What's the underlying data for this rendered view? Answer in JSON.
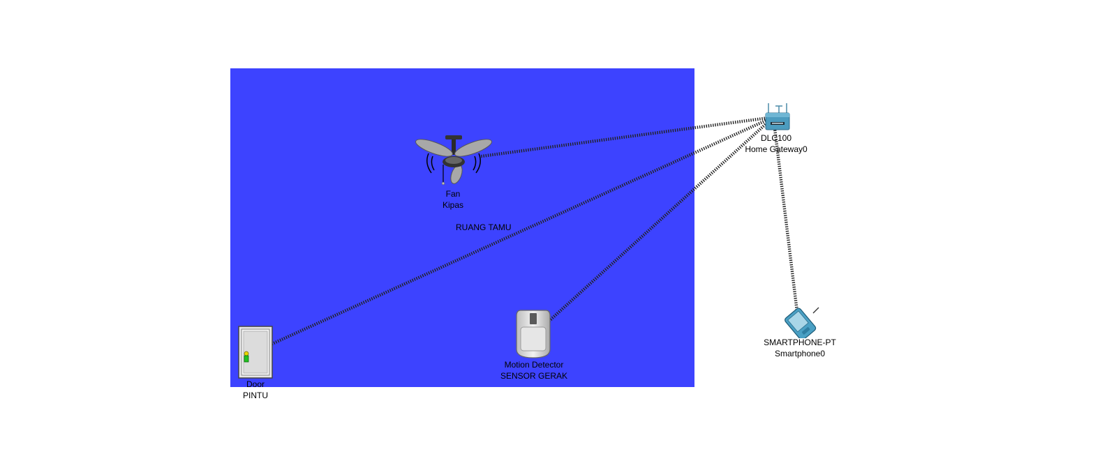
{
  "diagram": {
    "room": {
      "name": "RUANG TAMU",
      "color": "#3d43ff"
    },
    "link_color": "#222222",
    "devices": {
      "fan": {
        "model": "Fan",
        "name": "Kipas",
        "icon": "ceiling-fan-icon"
      },
      "gateway": {
        "model": "DLC100",
        "name": "Home Gateway0",
        "icon": "home-gateway-icon"
      },
      "door": {
        "model": "Door",
        "name": "PINTU",
        "icon": "door-icon"
      },
      "motion": {
        "model": "Motion Detector",
        "name": "SENSOR GERAK",
        "icon": "motion-detector-icon"
      },
      "phone": {
        "model": "SMARTPHONE-PT",
        "name": "Smartphone0",
        "icon": "smartphone-icon"
      }
    },
    "links": [
      {
        "from": "gateway",
        "to": "fan",
        "type": "wireless"
      },
      {
        "from": "gateway",
        "to": "door",
        "type": "wireless"
      },
      {
        "from": "gateway",
        "to": "motion",
        "type": "wireless"
      },
      {
        "from": "gateway",
        "to": "phone",
        "type": "wireless"
      }
    ]
  }
}
